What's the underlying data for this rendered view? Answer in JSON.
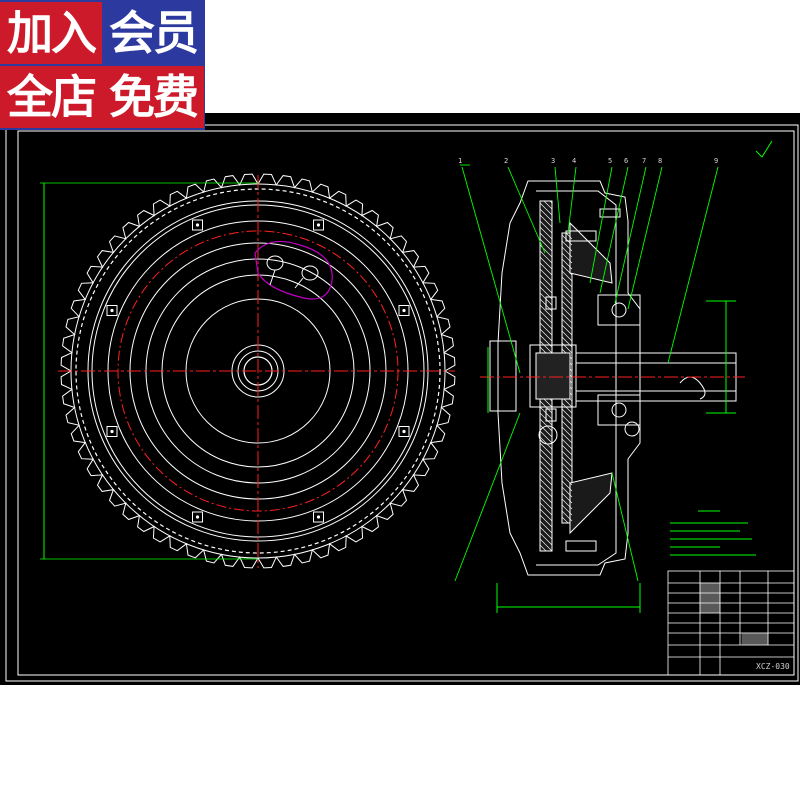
{
  "badge": {
    "line1_left": "加入",
    "line1_right": "会员",
    "line2_left": "全店",
    "line2_right": "免费"
  },
  "drawing": {
    "drawing_number": "XCZ-030",
    "part_numbers": [
      "1",
      "2",
      "3",
      "4",
      "5",
      "6",
      "7",
      "8",
      "9"
    ],
    "colors": {
      "background": "#000000",
      "outline": "#ffffff",
      "center_line": "#ff2020",
      "leader": "#00ff00",
      "dimension": "#00ff00",
      "annotation": "#c000c0",
      "badge_blue": "#2c3aa0",
      "badge_red": "#cc1a2a"
    }
  }
}
